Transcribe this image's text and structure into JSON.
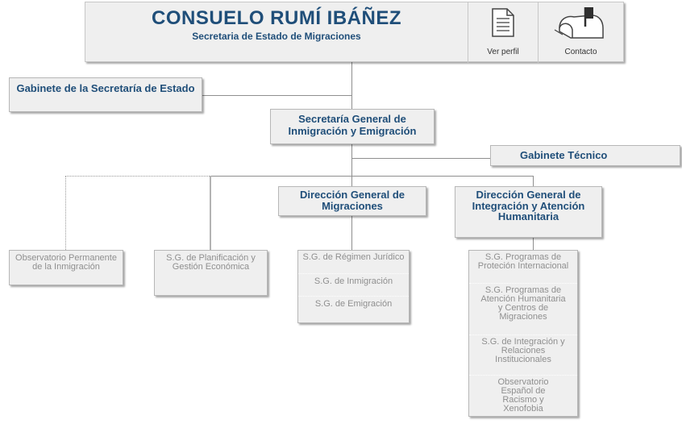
{
  "header": {
    "name": "CONSUELO RUMÍ IBÁÑEZ",
    "subtitle": "Secretaria de Estado de Migraciones",
    "profile_label": "Ver perfil",
    "contact_label": "Contacto",
    "profile_icon": "document-icon",
    "contact_icon": "mailbox-icon"
  },
  "nodes": {
    "gabinete_secretaria": "Gabinete de la Secretaría de Estado",
    "secretaria_general": "Secretaría General de Inmigración y Emigración",
    "gabinete_tecnico": "Gabinete Técnico",
    "dg_migraciones": "Dirección General de Migraciones",
    "dg_integracion": "Dirección General de Integración y Atención Humanitaria",
    "observatorio_permanente": "Observatorio Permanente de la Inmigración",
    "sg_planificacion": "S.G. de Planificación y Gestión Económica",
    "sg_regimen": "S.G. de Régimen Jurídico",
    "sg_inmigracion": "S.G. de Inmigración",
    "sg_emigracion": "S.G. de Emigración",
    "sg_proteccion": "S.G. Programas de Proteción Internacional",
    "sg_atencion": "S.G. Programas de Atención Humanitaria y Centros de Migraciones",
    "sg_relaciones": "S.G. de Integración y Relaciones Institucionales",
    "observatorio_racismo": "Observatorio Español de Racismo y Xenofobia"
  },
  "colors": {
    "primary_text": "#1f4e79",
    "secondary_text": "#8f8f8f",
    "box_fill": "#efefef",
    "connector": "#8f8f8f"
  }
}
